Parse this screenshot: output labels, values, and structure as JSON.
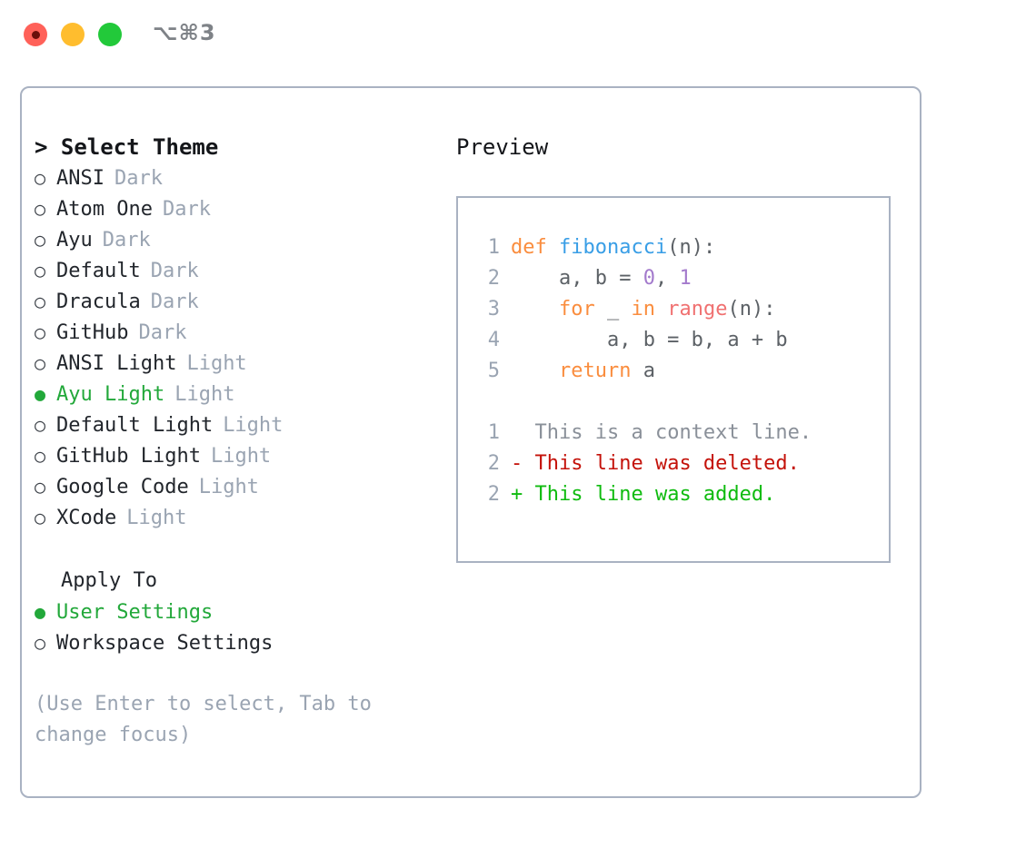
{
  "titlebar": {
    "shortcut": "⌥⌘3",
    "buttons": [
      {
        "name": "close",
        "color": "#FF6159"
      },
      {
        "name": "minimize",
        "color": "#FFBD2E"
      },
      {
        "name": "maximize",
        "color": "#22C93A"
      }
    ]
  },
  "theme_picker": {
    "heading": "> Select Theme",
    "bullet_selected": "●",
    "bullet_unselected": "○",
    "options": [
      {
        "label": "ANSI",
        "tag": "Dark",
        "selected": false
      },
      {
        "label": "Atom One",
        "tag": "Dark",
        "selected": false
      },
      {
        "label": "Ayu",
        "tag": "Dark",
        "selected": false
      },
      {
        "label": "Default",
        "tag": "Dark",
        "selected": false
      },
      {
        "label": "Dracula",
        "tag": "Dark",
        "selected": false
      },
      {
        "label": "GitHub",
        "tag": "Dark",
        "selected": false
      },
      {
        "label": "ANSI Light",
        "tag": "Light",
        "selected": false
      },
      {
        "label": "Ayu Light",
        "tag": "Light",
        "selected": true
      },
      {
        "label": "Default Light",
        "tag": "Light",
        "selected": false
      },
      {
        "label": "GitHub Light",
        "tag": "Light",
        "selected": false
      },
      {
        "label": "Google Code",
        "tag": "Light",
        "selected": false
      },
      {
        "label": "XCode",
        "tag": "Light",
        "selected": false
      }
    ]
  },
  "apply_to": {
    "heading": "Apply To",
    "options": [
      {
        "label": "User Settings",
        "selected": true
      },
      {
        "label": "Workspace Settings",
        "selected": false
      }
    ]
  },
  "hint": "(Use Enter to select, Tab to change focus)",
  "preview": {
    "title": "Preview",
    "code_lines": [
      {
        "num": "1",
        "tokens": [
          {
            "text": "def ",
            "type": "kw"
          },
          {
            "text": "fibonacci",
            "type": "fn"
          },
          {
            "text": "(n):",
            "type": "punc"
          }
        ]
      },
      {
        "num": "2",
        "tokens": [
          {
            "text": "    a, b = ",
            "type": "plain"
          },
          {
            "text": "0",
            "type": "num"
          },
          {
            "text": ", ",
            "type": "plain"
          },
          {
            "text": "1",
            "type": "num"
          }
        ]
      },
      {
        "num": "3",
        "tokens": [
          {
            "text": "    ",
            "type": "plain"
          },
          {
            "text": "for",
            "type": "kw"
          },
          {
            "text": " _ ",
            "type": "plain"
          },
          {
            "text": "in",
            "type": "kw"
          },
          {
            "text": " ",
            "type": "plain"
          },
          {
            "text": "range",
            "type": "built"
          },
          {
            "text": "(n):",
            "type": "punc"
          }
        ]
      },
      {
        "num": "4",
        "tokens": [
          {
            "text": "        a, b = b, a + b",
            "type": "plain"
          }
        ]
      },
      {
        "num": "5",
        "tokens": [
          {
            "text": "    ",
            "type": "plain"
          },
          {
            "text": "return",
            "type": "kw"
          },
          {
            "text": " a",
            "type": "plain"
          }
        ]
      }
    ],
    "diff_lines": [
      {
        "num": "1",
        "marker": "  ",
        "text": "This is a context line.",
        "type": "ctx"
      },
      {
        "num": "2",
        "marker": "- ",
        "text": "This line was deleted.",
        "type": "del"
      },
      {
        "num": "2",
        "marker": "+ ",
        "text": "This line was added.",
        "type": "add"
      }
    ]
  },
  "colors": {
    "accent_green": "#22A83A",
    "border": "#A9B2C2",
    "muted_text": "#9AA4B2",
    "syntax_keyword": "#FA8D3E",
    "syntax_function": "#399EE6",
    "syntax_number": "#A37ACC",
    "syntax_builtin": "#F07171",
    "diff_deleted": "#C4120A",
    "diff_added": "#0FBB0F"
  }
}
